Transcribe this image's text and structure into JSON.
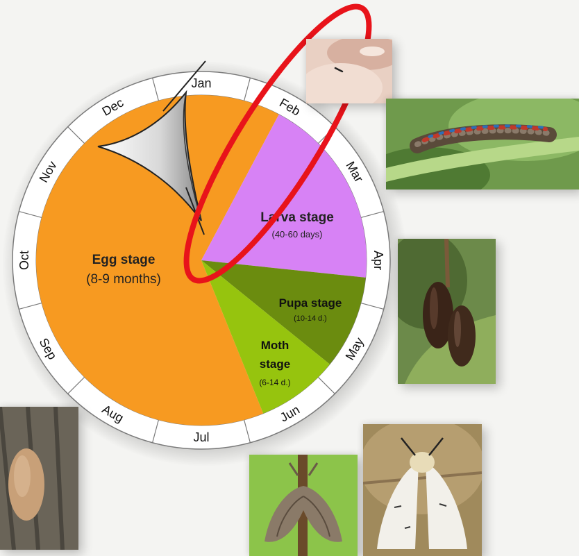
{
  "wheel": {
    "months": [
      "Jan",
      "Feb",
      "Mar",
      "Apr",
      "May",
      "Jun",
      "Jul",
      "Aug",
      "Sep",
      "Oct",
      "Nov",
      "Dec"
    ],
    "stages": [
      {
        "name": "Egg stage",
        "duration": "(8-9 months)",
        "color": "#f79a21"
      },
      {
        "name": "Larva stage",
        "duration": "(40-60 days)",
        "color": "#d782f5"
      },
      {
        "name": "Pupa stage",
        "duration": "(10-14 d.)",
        "color": "#6b8c0f"
      },
      {
        "name": "Moth",
        "name2": "stage",
        "duration": "(6-14 d.)",
        "color": "#96c40e"
      }
    ],
    "ring_color": "#ffffff",
    "highlight_color": "#e8131a"
  },
  "photos": [
    {
      "name": "hatchling-on-finger-photo"
    },
    {
      "name": "caterpillar-photo"
    },
    {
      "name": "pupae-photo"
    },
    {
      "name": "egg-mass-photo"
    },
    {
      "name": "male-moth-photo"
    },
    {
      "name": "female-moth-photo"
    }
  ]
}
